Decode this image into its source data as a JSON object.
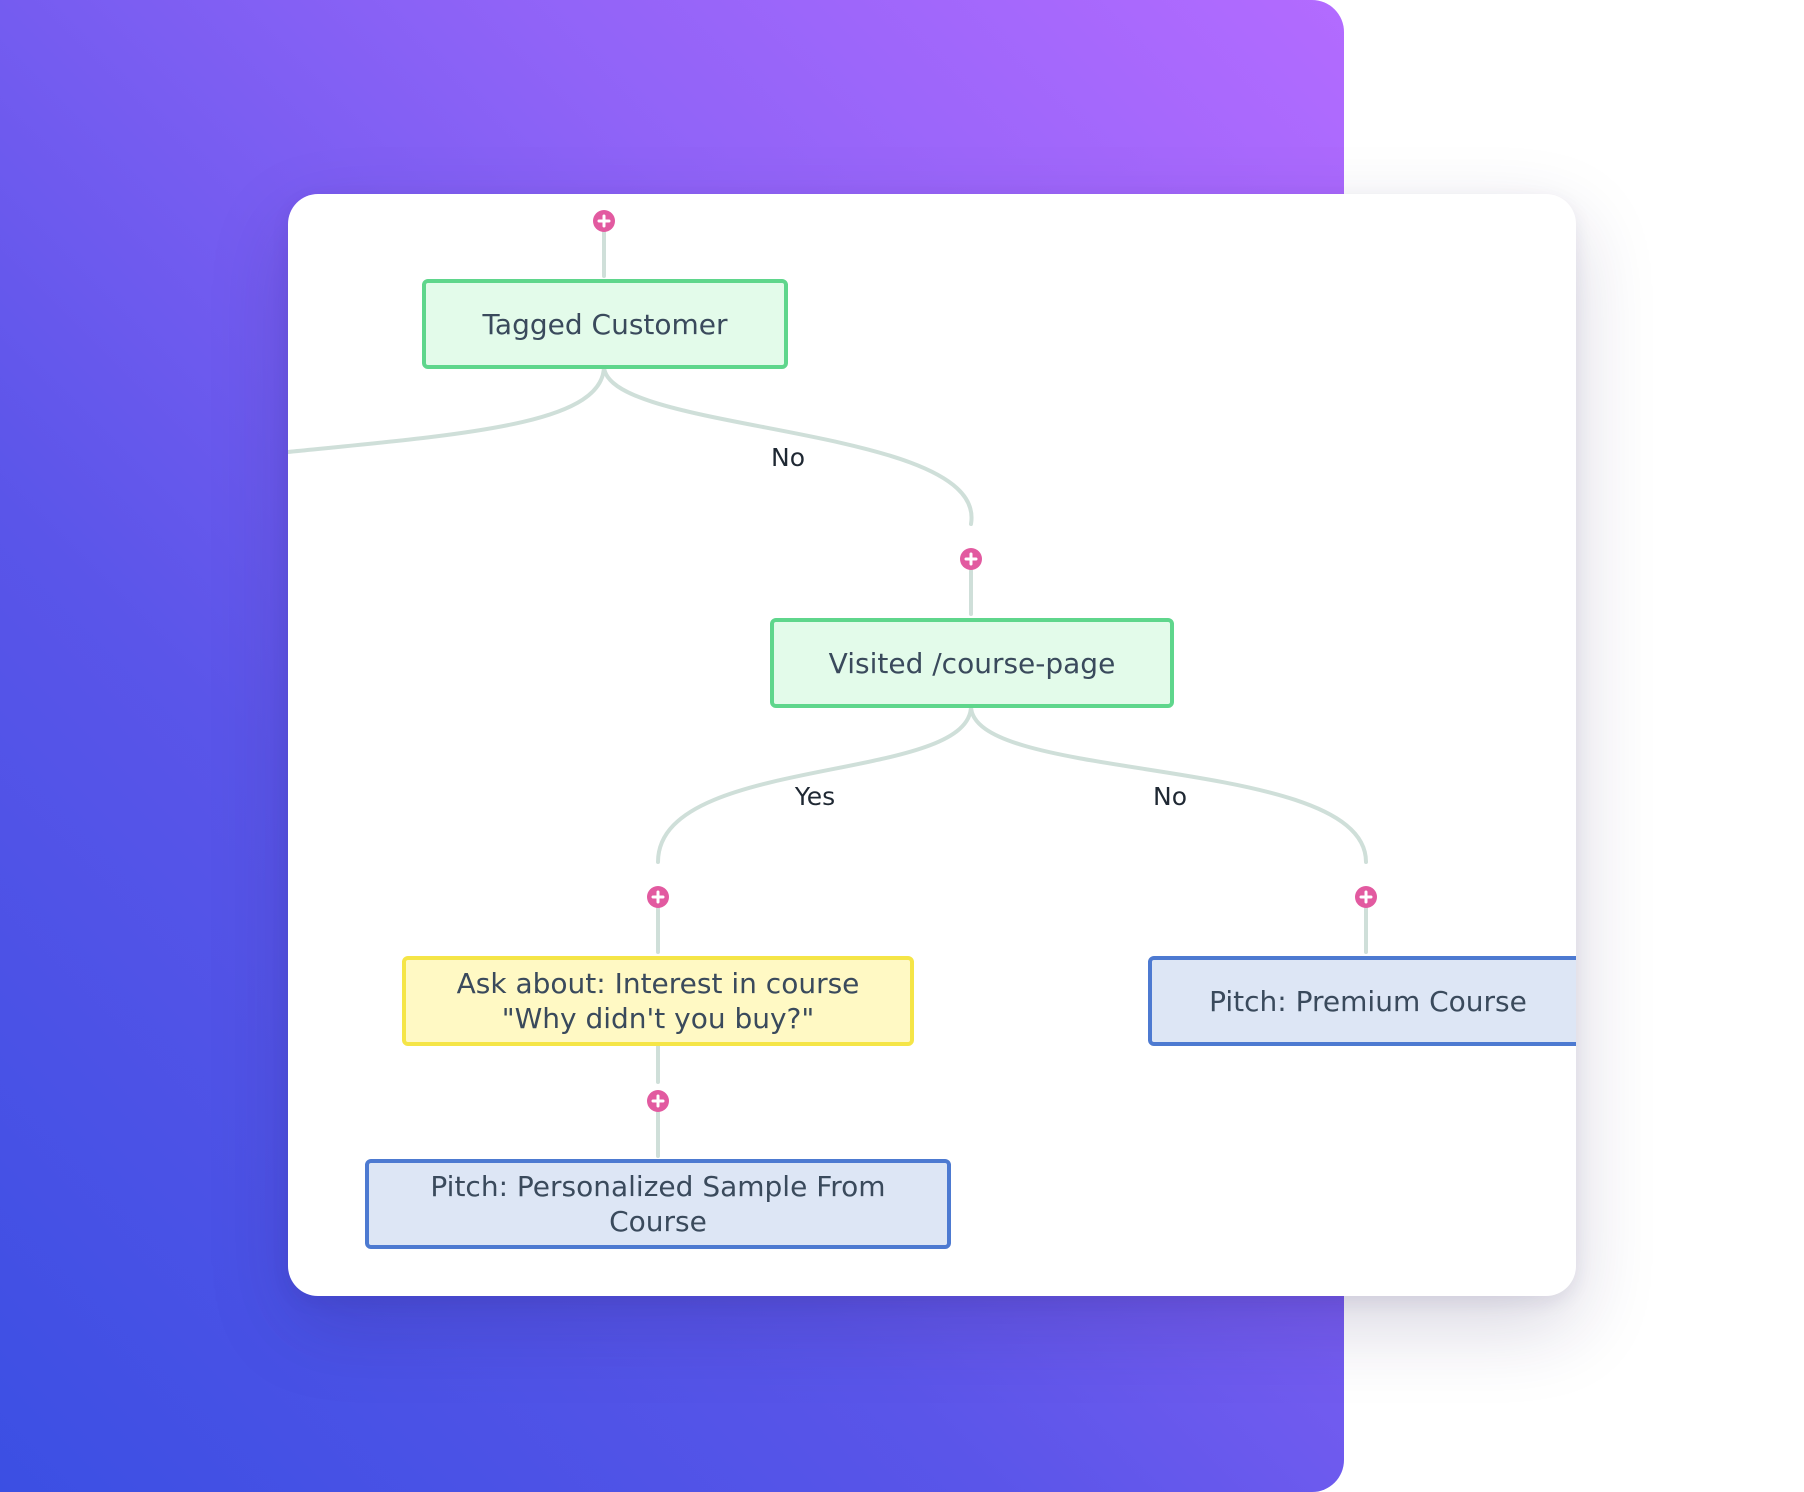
{
  "flow": {
    "nodes": {
      "tagged_customer": "Tagged Customer",
      "visited_course_page": "Visited /course-page",
      "ask_about_line1": "Ask about: Interest in course",
      "ask_about_line2": "\"Why didn't you buy?\"",
      "pitch_premium": "Pitch: Premium Course",
      "pitch_personalized_line1": "Pitch: Personalized Sample From",
      "pitch_personalized_line2": "Course"
    },
    "edge_labels": {
      "tagged_no": "No",
      "visited_yes": "Yes",
      "visited_no": "No"
    },
    "icons": {
      "add_node": "plus-circle-icon"
    },
    "colors": {
      "connector": "#cfdfd9",
      "add_button": "#e25aa0",
      "green_fill": "#e3fbea",
      "green_border": "#5fd68c",
      "yellow_fill": "#fff9c4",
      "yellow_border": "#f5e547",
      "blue_fill": "#dde6f5",
      "blue_border": "#4d7ad1",
      "gradient_start": "#b36bff",
      "gradient_end": "#3b4fe3"
    }
  }
}
